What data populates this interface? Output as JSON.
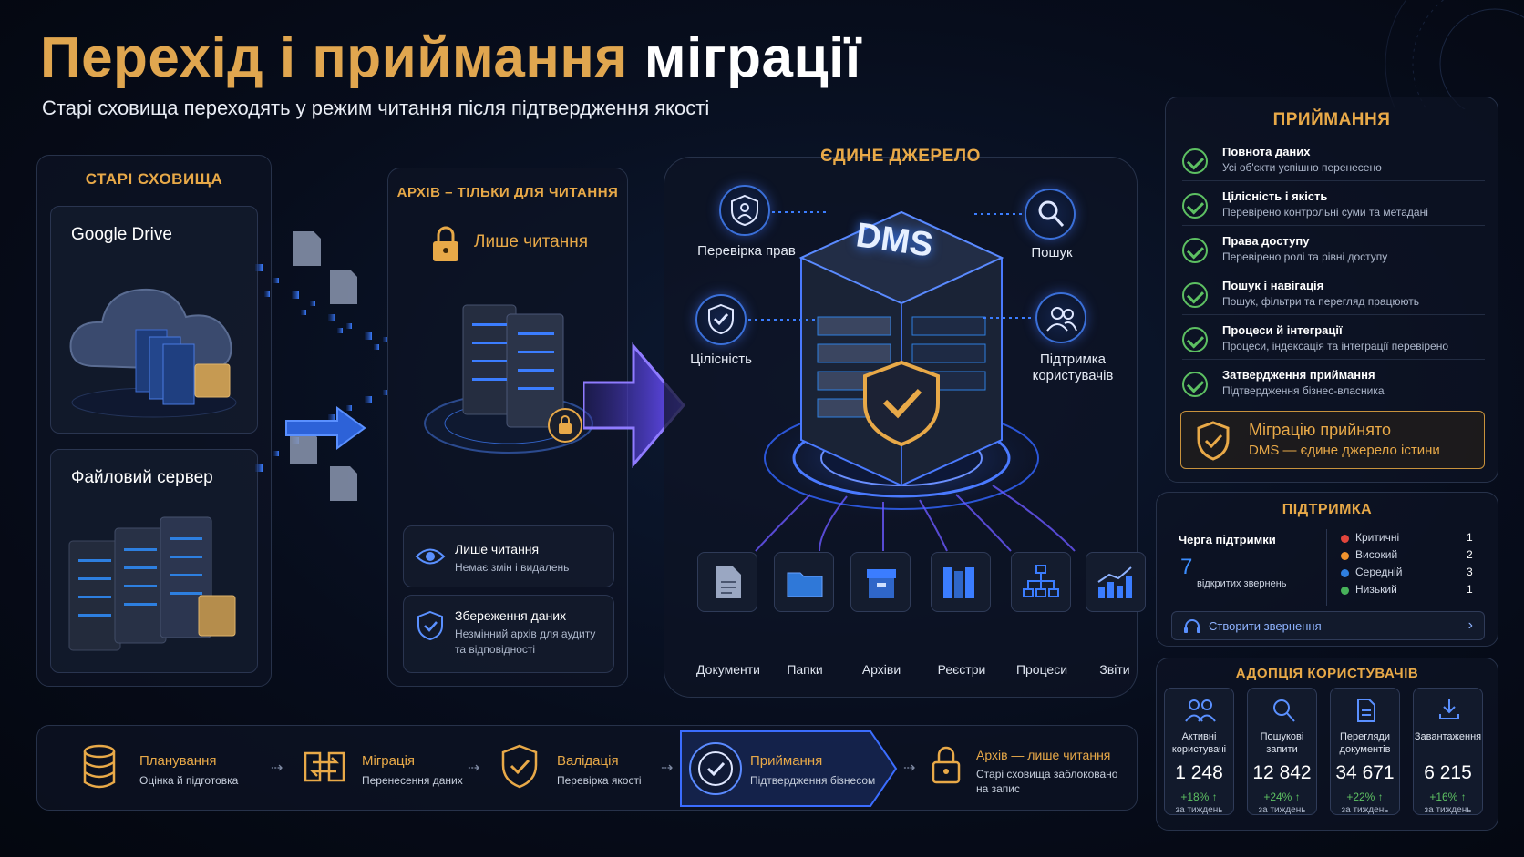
{
  "header": {
    "title_part1": "Перехід і приймання",
    "title_part2": "міграції",
    "subtitle": "Старі сховища переходять у режим читання після підтвердження якості"
  },
  "legacy": {
    "title": "СТАРІ СХОВИЩА",
    "google_drive": "Google Drive",
    "file_server": "Файловий сервер"
  },
  "archive": {
    "title": "АРХІВ – ТІЛЬКИ ДЛЯ ЧИТАННЯ",
    "lock_label": "Лише читання",
    "rows": [
      {
        "title": "Лише читання",
        "sub": "Немає змін і видалень",
        "icon": "eye-icon"
      },
      {
        "title": "Збереження даних",
        "sub": "Незмінний архів для аудиту та відповідності",
        "icon": "shield-check-icon"
      }
    ]
  },
  "hub": {
    "title": "ЄДИНЕ ДЖЕРЕЛО",
    "dms_label": "DMS",
    "features": {
      "rights": "Перевірка прав",
      "search": "Пошук",
      "integrity": "Цілісність",
      "support": "Підтримка користувачів"
    },
    "categories": [
      "Документи",
      "Папки",
      "Архіви",
      "Реєстри",
      "Процеси",
      "Звіти"
    ]
  },
  "acceptance": {
    "title": "ПРИЙМАННЯ",
    "items": [
      {
        "title": "Повнота даних",
        "sub": "Усі об'єкти успішно перенесено"
      },
      {
        "title": "Цілісність і якість",
        "sub": "Перевірено контрольні суми та метадані"
      },
      {
        "title": "Права доступу",
        "sub": "Перевірено ролі та рівні доступу"
      },
      {
        "title": "Пошук і навігація",
        "sub": "Пошук, фільтри та перегляд працюють"
      },
      {
        "title": "Процеси й інтеграції",
        "sub": "Процеси, індексація та інтеграції перевірено"
      },
      {
        "title": "Затвердження приймання",
        "sub": "Підтвердження бізнес-власника"
      }
    ],
    "final_title": "Міграцію прийнято",
    "final_sub": "DMS — єдине джерело істини"
  },
  "support": {
    "title": "ПІДТРИМКА",
    "queue_label": "Черга підтримки",
    "open_count": "7",
    "open_label": "відкритих звернень",
    "priorities": [
      {
        "label": "Критичні",
        "value": "1",
        "color": "#e2453c"
      },
      {
        "label": "Високий",
        "value": "2",
        "color": "#f0922e"
      },
      {
        "label": "Середній",
        "value": "3",
        "color": "#2f7fe0"
      },
      {
        "label": "Низький",
        "value": "1",
        "color": "#47b25a"
      }
    ],
    "create_button": "Створити звернення"
  },
  "adoption": {
    "title": "АДОПЦІЯ КОРИСТУВАЧІВ",
    "metrics": [
      {
        "label1": "Активні",
        "label2": "користувачі",
        "value": "1 248",
        "change": "+18%",
        "period": "за тиждень"
      },
      {
        "label1": "Пошукові",
        "label2": "запити",
        "value": "12 842",
        "change": "+24%",
        "period": "за тиждень"
      },
      {
        "label1": "Перегляди",
        "label2": "документів",
        "value": "34 671",
        "change": "+22%",
        "period": "за тиждень"
      },
      {
        "label1": "Завантаження",
        "label2": "",
        "value": "6 215",
        "change": "+16%",
        "period": "за тиждень"
      }
    ]
  },
  "timeline": {
    "steps": [
      {
        "title": "Планування",
        "sub1": "Оцінка й підготовка",
        "sub2": ""
      },
      {
        "title": "Міграція",
        "sub1": "Перенесення даних",
        "sub2": ""
      },
      {
        "title": "Валідація",
        "sub1": "Перевірка якості",
        "sub2": ""
      },
      {
        "title": "Приймання",
        "sub1": "Підтвердження бізнесом",
        "sub2": ""
      },
      {
        "title": "Архів — лише читання",
        "sub1": "Старі сховища заблоковано",
        "sub2": "на запис"
      }
    ]
  }
}
